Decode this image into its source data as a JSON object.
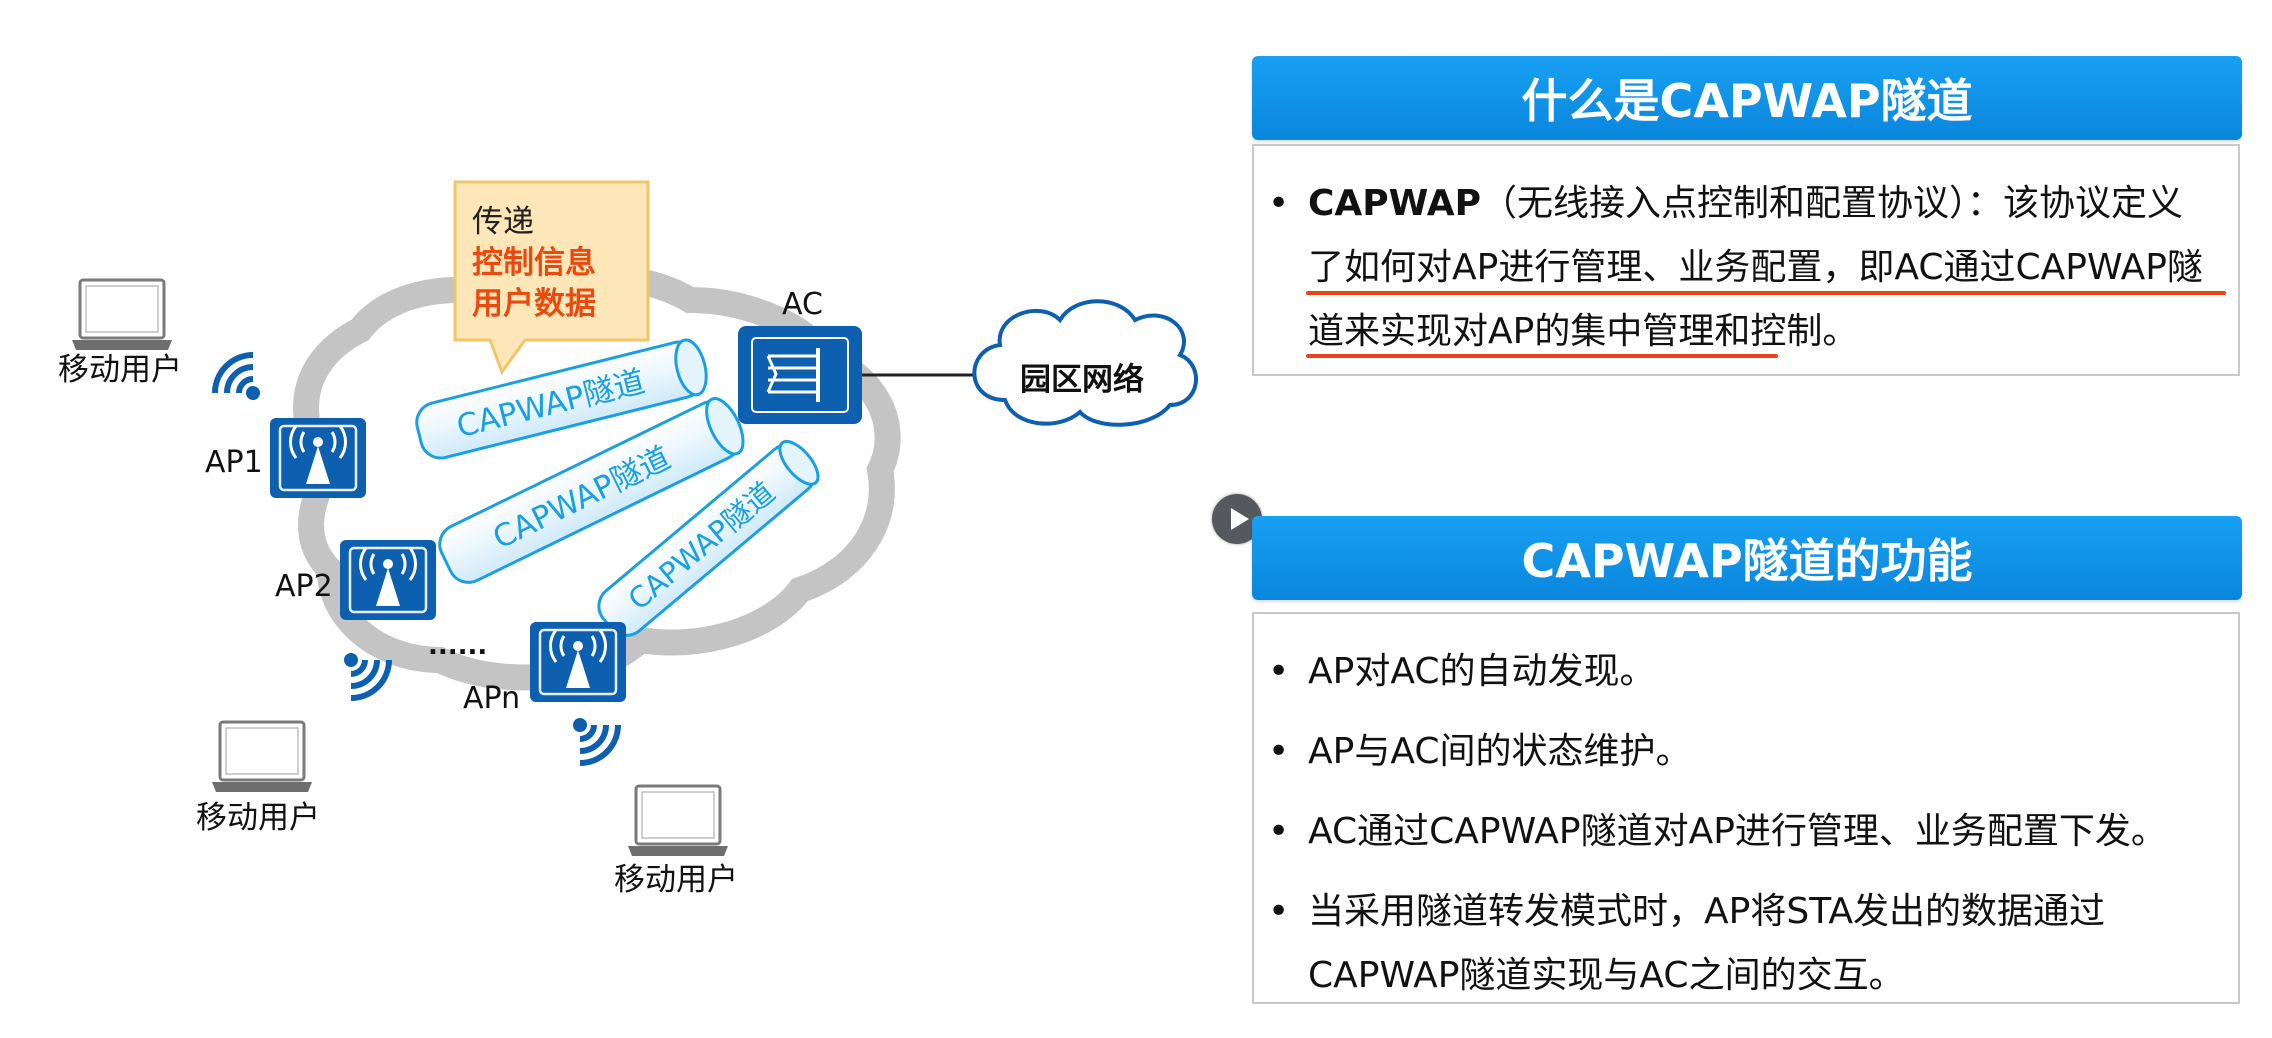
{
  "diagram": {
    "callout": {
      "line1": "传递",
      "line2": "控制信息",
      "line3": "用户数据"
    },
    "ac_label": "AC",
    "campus_label": "园区网络",
    "tunnel_labels": [
      "CAPWAP隧道",
      "CAPWAP隧道",
      "CAPWAP隧道"
    ],
    "ap_labels": [
      "AP1",
      "AP2",
      "APn"
    ],
    "ellipsis": "......",
    "user_labels": [
      "移动用户",
      "移动用户",
      "移动用户"
    ]
  },
  "panel1": {
    "title": "什么是CAPWAP隧道",
    "term": "CAPWAP",
    "line1_rest": "（无线接入点控制和配置协议）：该协议定义",
    "line2": "了如何对AP进行管理、业务配置，即AC通过CAPWAP隧",
    "line3": "道来实现对AP的集中管理和控制。"
  },
  "panel2": {
    "title": "CAPWAP隧道的功能",
    "items": [
      "AP对AC的自动发现。",
      "AP与AC间的状态维护。",
      "AC通过CAPWAP隧道对AP进行管理、业务配置下发。",
      "当采用隧道转发模式时，AP将STA发出的数据通过",
      "CAPWAP隧道实现与AC之间的交互。"
    ]
  },
  "bullet_char": "•",
  "colors": {
    "accent_blue": "#0a86dd",
    "device_blue": "#0d5fb0",
    "tunnel_text": "#1aa0e0",
    "callout_red": "#e84a10",
    "underline_red": "#e8441a",
    "callout_bg": "#fde7b8"
  }
}
